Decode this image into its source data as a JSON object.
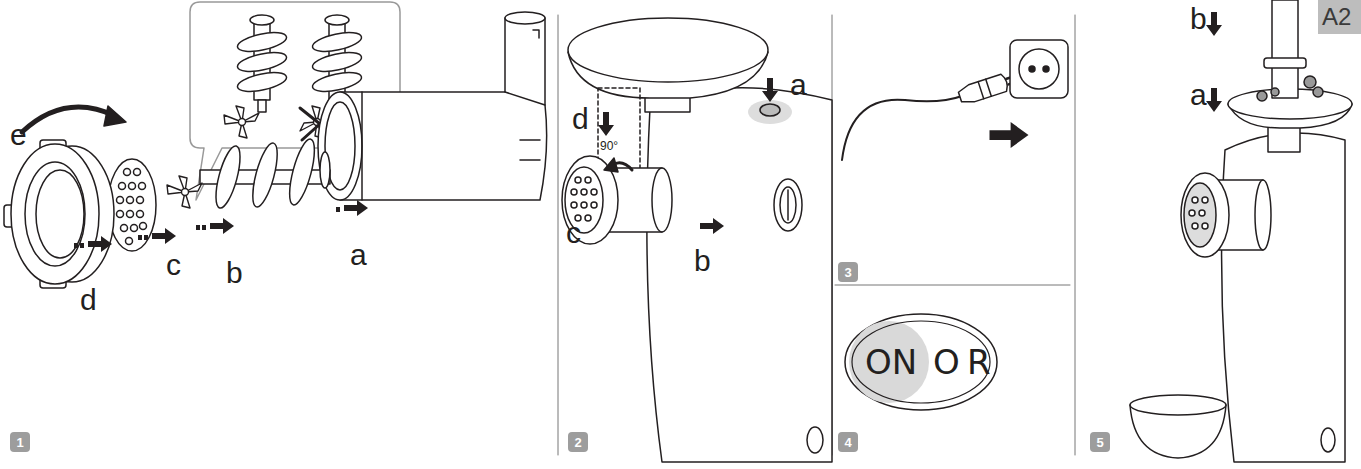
{
  "diagram": {
    "nodes": [
      {
        "text": [
          "A2"
        ]
      },
      {
        "text": [
          "1"
        ]
      },
      {
        "text": [
          "2"
        ]
      },
      {
        "text": [
          "3"
        ]
      },
      {
        "text": [
          "ON",
          "O",
          "R"
        ]
      },
      {
        "text": [
          "4"
        ]
      },
      {
        "text": [
          "5"
        ]
      }
    ],
    "labels": [
      "e",
      "d",
      "c",
      "b",
      "a",
      "d",
      "a",
      "b",
      "c",
      "90°",
      "b",
      "a"
    ]
  }
}
